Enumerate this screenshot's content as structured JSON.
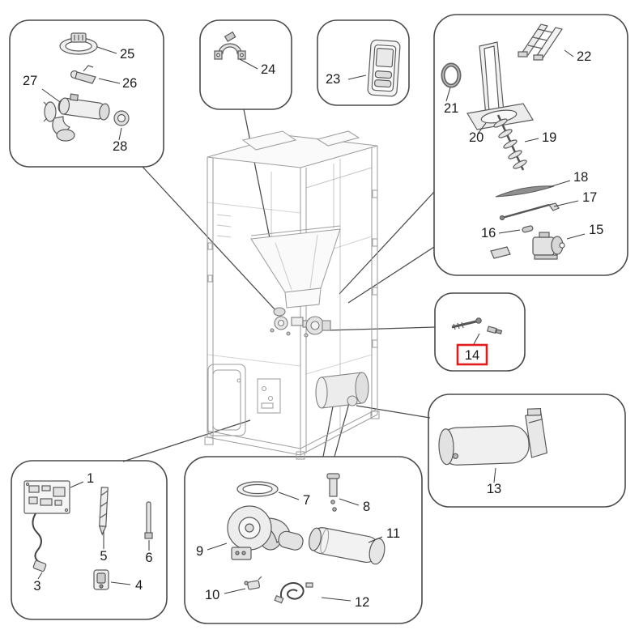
{
  "figure": {
    "type": "exploded-parts-diagram",
    "highlight": {
      "label": "14",
      "color": "#e01d1a"
    },
    "callouts": [
      {
        "name": "fittings-box",
        "labels": [
          "25",
          "26",
          "27",
          "28"
        ]
      },
      {
        "name": "clamp-box",
        "labels": [
          "24"
        ]
      },
      {
        "name": "control-display-box",
        "labels": [
          "23"
        ]
      },
      {
        "name": "auger-assembly-box",
        "labels": [
          "15",
          "16",
          "17",
          "18",
          "19",
          "20",
          "21",
          "22"
        ]
      },
      {
        "name": "highlighted-part-box",
        "labels": [
          "14"
        ]
      },
      {
        "name": "burner-tube-box",
        "labels": [
          "13"
        ]
      },
      {
        "name": "electronics-box",
        "labels": [
          "1",
          "3",
          "4",
          "5",
          "6"
        ]
      },
      {
        "name": "blower-assembly-box",
        "labels": [
          "7",
          "8",
          "9",
          "10",
          "11",
          "12"
        ]
      }
    ]
  },
  "labels": {
    "1": "1",
    "3": "3",
    "4": "4",
    "5": "5",
    "6": "6",
    "7": "7",
    "8": "8",
    "9": "9",
    "10": "10",
    "11": "11",
    "12": "12",
    "13": "13",
    "14": "14",
    "15": "15",
    "16": "16",
    "17": "17",
    "18": "18",
    "19": "19",
    "20": "20",
    "21": "21",
    "22": "22",
    "23": "23",
    "24": "24",
    "25": "25",
    "26": "26",
    "27": "27",
    "28": "28"
  }
}
